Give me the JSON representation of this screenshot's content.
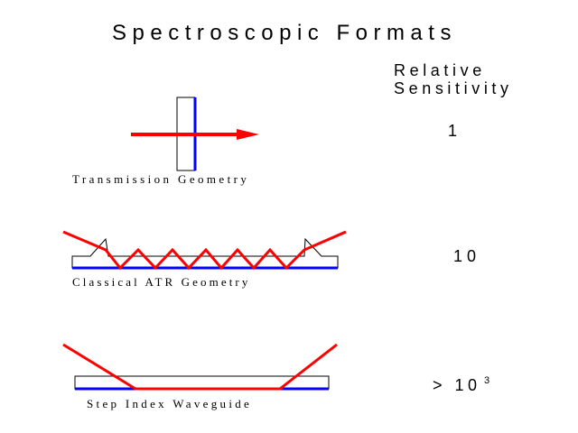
{
  "title": "Spectroscopic Formats",
  "sensitivity_header": {
    "line1": "Relative",
    "line2": "Sensitivity"
  },
  "rows": [
    {
      "label": "Transmission Geometry",
      "sensitivity": "1",
      "exponent": ""
    },
    {
      "label": "Classical ATR Geometry",
      "sensitivity": "10",
      "exponent": ""
    },
    {
      "label": "Step Index Waveguide",
      "sensitivity": "> 10",
      "exponent": "3"
    }
  ],
  "colors": {
    "beam": "#ff0000",
    "interface": "#0000ff",
    "outline": "#000000"
  }
}
